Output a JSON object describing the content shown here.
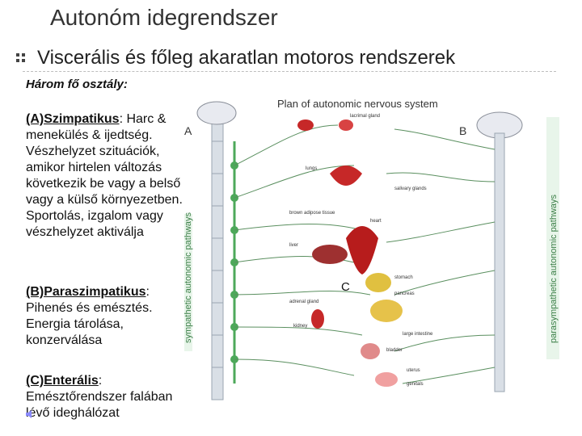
{
  "slide": {
    "title": "Autonóm idegrendszer",
    "bullet_text": "Viscerális és főleg akaratlan motoros rendszerek",
    "subhead": "Három fő osztály:",
    "sections": {
      "a": {
        "label": "(A)Szimpatikus",
        "desc": ": Harc & menekülés & ijedtség. Vészhelyzet szituációk, amikor hirtelen változás következik be vagy a belső vagy a külső környezetben. Sportolás, izgalom vagy vészhelyzet aktiválja"
      },
      "b": {
        "label": "(B)Paraszimpatikus",
        "desc": ": Pihenés és emésztés. Energia tárolása, konzerválása"
      },
      "c": {
        "label": "(C)Enterális",
        "desc": ": Emésztőrendszer falában lévő ideghálózat"
      }
    }
  },
  "figure": {
    "title": "Plan of autonomic nervous system",
    "marker_a": "A",
    "marker_b": "B",
    "marker_c": "C",
    "sympathetic_label": "sympathetic autonomic pathways",
    "parasympathetic_label": "parasympathetic autonomic pathways",
    "organ_labels": [
      "lacrimal gland",
      "salivary glands",
      "heart",
      "lungs",
      "liver",
      "stomach",
      "pancreas",
      "kidney",
      "bladder",
      "large intestine",
      "brown adipose tissue",
      "adrenal gland",
      "uterus",
      "genitals"
    ],
    "colors": {
      "sympathetic": "#4da85a",
      "parasympathetic": "#3b9a45",
      "organ": "#c62828",
      "spine": "#d9dfe6"
    }
  },
  "nav": {
    "icon": "speaker-icon"
  }
}
